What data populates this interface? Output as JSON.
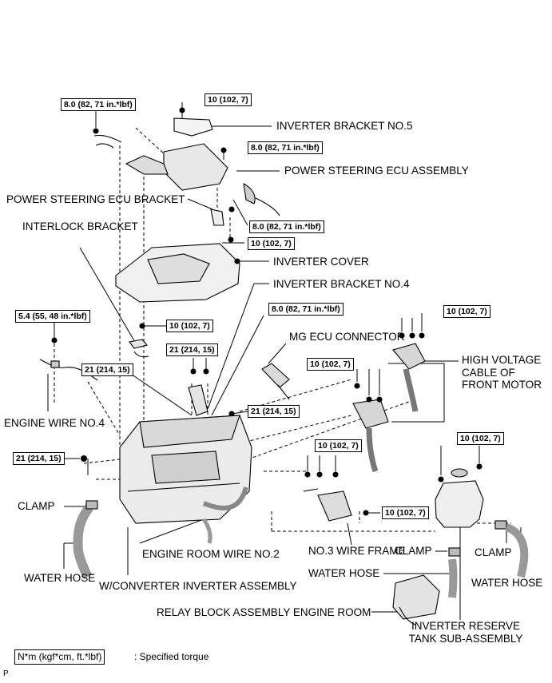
{
  "torques": {
    "t8_top": "8.0 (82, 71 in.*lbf)",
    "t10_top": "10 (102, 7)",
    "t8_mid": "8.0 (82, 71 in.*lbf)",
    "t8_low": "8.0 (82, 71 in.*lbf)",
    "t10_cover": "10 (102, 7)",
    "t8_br4": "8.0 (82, 71 in.*lbf)",
    "t54": "5.4 (55, 48 in.*lbf)",
    "t10_interlock": "10 (102, 7)",
    "t10_hv": "10 (102, 7)",
    "t21_a": "21 (214, 15)",
    "t21_b": "21 (214, 15)",
    "t10_front": "10 (102, 7)",
    "t21_c": "21 (214, 15)",
    "t21_left": "21 (214, 15)",
    "t10_wf": "10 (102, 7)",
    "t10_tank": "10 (102, 7)",
    "t10_wf2": "10 (102, 7)"
  },
  "labels": {
    "inverter_bracket_5": "INVERTER BRACKET NO.5",
    "ps_ecu_assembly": "POWER STEERING ECU ASSEMBLY",
    "ps_ecu_bracket": "POWER STEERING ECU BRACKET",
    "interlock_bracket": "INTERLOCK BRACKET",
    "inverter_cover": "INVERTER COVER",
    "inverter_bracket_4": "INVERTER BRACKET NO.4",
    "mg_ecu_connector": "MG ECU CONNECTOR",
    "hv_cable_front_motor": "HIGH VOLTAGE CABLE OF FRONT MOTOR",
    "engine_wire_4": "ENGINE WIRE NO.4",
    "clamp_left": "CLAMP",
    "water_hose_left": "WATER HOSE",
    "engine_room_wire_2": "ENGINE ROOM WIRE NO.2",
    "no3_wire_frame": "NO.3 WIRE FRAME",
    "clamp_center": "CLAMP",
    "clamp_right": "CLAMP",
    "water_hose_center": "WATER HOSE",
    "water_hose_right": "WATER HOSE",
    "wconverter_inverter": "W/CONVERTER INVERTER ASSEMBLY",
    "relay_block": "RELAY BLOCK ASSEMBLY ENGINE ROOM",
    "inverter_reserve_tank": "INVERTER RESERVE TANK SUB-ASSEMBLY"
  },
  "legend": {
    "unit": "N*m (kgf*cm, ft.*lbf)",
    "text": ": Specified torque"
  },
  "page_mark": "P"
}
